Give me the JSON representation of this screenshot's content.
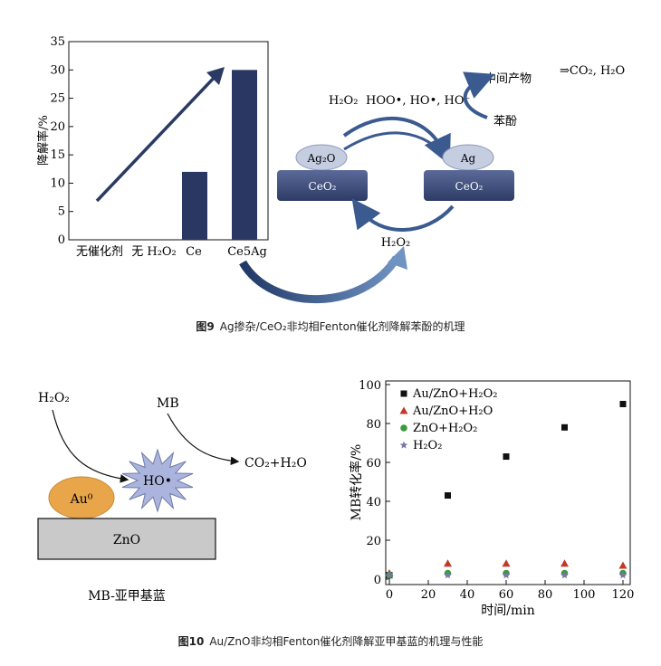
{
  "fig9": {
    "caption_label": "图9",
    "caption_text": "Ag掺杂/CeO₂非均相Fenton催化剂降解苯酚的机理",
    "chart_data": {
      "type": "bar",
      "ylabel": "降解率/%",
      "ylim": [
        0,
        35
      ],
      "yticks": [
        "0",
        "5",
        "10",
        "15",
        "20",
        "25",
        "30",
        "35"
      ],
      "categories": [
        "无催化剂",
        "无 H₂O₂",
        "Ce",
        "Ce5Ag"
      ],
      "values": [
        0,
        0,
        12,
        30
      ],
      "bar_color": "#2b3763"
    },
    "mechanism": {
      "h2o2_top": "H₂O₂",
      "radicals": "HOO•, HO•, HO⁻",
      "intermediate": "中间产物",
      "products": "⇒CO₂, H₂O",
      "phenol": "苯酚",
      "ag2o": "Ag₂O",
      "ag": "Ag",
      "ceo2_left": "CeO₂",
      "ceo2_right": "CeO₂",
      "h2o2_bottom": "H₂O₂"
    }
  },
  "fig10": {
    "caption_label": "图10",
    "caption_text": "Au/ZnO非均相Fenton催化剂降解亚甲基蓝的机理与性能",
    "mechanism": {
      "h2o2": "H₂O₂",
      "mb": "MB",
      "ho": "HO•",
      "au": "Au⁰",
      "co2": "CO₂+H₂O",
      "zno": "ZnO",
      "label": "MB-亚甲基蓝"
    },
    "chart_data": {
      "type": "scatter",
      "xlabel": "时间/min",
      "ylabel": "MB转化率/%",
      "xlim": [
        0,
        120
      ],
      "ylim": [
        0,
        100
      ],
      "xticks": [
        "0",
        "20",
        "40",
        "60",
        "80",
        "100",
        "120"
      ],
      "yticks": [
        "0",
        "20",
        "40",
        "60",
        "80",
        "100"
      ],
      "series": [
        {
          "name": "Au/ZnO+H₂O₂",
          "marker": "square",
          "color": "#111111",
          "x": [
            0,
            30,
            60,
            90,
            120
          ],
          "y": [
            2,
            43,
            63,
            78,
            90
          ]
        },
        {
          "name": "Au/ZnO+H₂O",
          "marker": "triangle",
          "color": "#c0392b",
          "x": [
            0,
            30,
            60,
            90,
            120
          ],
          "y": [
            3,
            8,
            8,
            8,
            7
          ]
        },
        {
          "name": "ZnO+H₂O₂",
          "marker": "circle",
          "color": "#3a9a3a",
          "x": [
            0,
            30,
            60,
            90,
            120
          ],
          "y": [
            2,
            3,
            3,
            3,
            3
          ]
        },
        {
          "name": "H₂O₂",
          "marker": "star",
          "color": "#7777aa",
          "x": [
            0,
            30,
            60,
            90,
            120
          ],
          "y": [
            2,
            2,
            2,
            2,
            2
          ]
        }
      ]
    }
  }
}
